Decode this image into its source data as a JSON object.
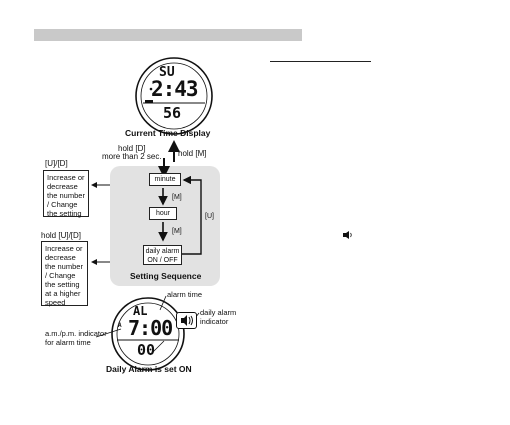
{
  "top": {
    "watch": {
      "day": "SU",
      "time": "2:43",
      "seconds": "56"
    },
    "caption": "Current Time Display"
  },
  "arrows": {
    "hold_d": "hold [D]",
    "hold_d_duration": "more than 2 sec.",
    "hold_m": "hold [M]"
  },
  "left_notes": {
    "ud_label": "[U]/[D]",
    "ud_text": [
      "Increase or",
      "decrease",
      "the number",
      "/ Change",
      "the setting"
    ],
    "hold_ud_label": "hold [U]/[D]",
    "hold_ud_text": [
      "Increase or",
      "decrease",
      "the number",
      "/ Change",
      "the setting",
      "at a higher",
      "speed"
    ]
  },
  "sequence": {
    "items": [
      "minute",
      "hour",
      "daily alarm ON / OFF"
    ],
    "m_label_1": "[M]",
    "m_label_2": "[M]",
    "u_label": "[U]",
    "caption": "Setting Sequence"
  },
  "bottom": {
    "watch": {
      "mode": "AL",
      "time": "7:00",
      "ampm": "A",
      "seconds": "00"
    },
    "alarm_time_label": "alarm time",
    "indicator_label": [
      "daily alarm",
      "indicator"
    ],
    "ampm_label": [
      "a.m./p.m. indicator",
      "for alarm time"
    ],
    "caption": "Daily Alarm is set ON"
  },
  "icons": {
    "alarm": "alarm-speaker-icon"
  }
}
